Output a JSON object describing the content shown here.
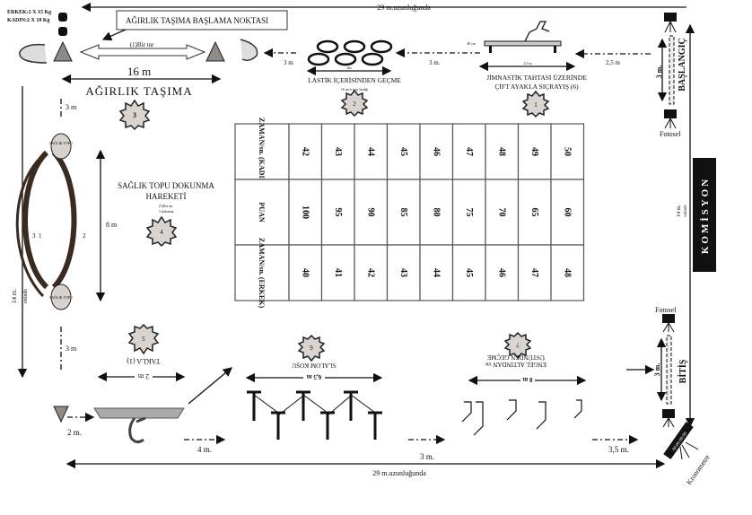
{
  "top_length": "29 m.uzunluğunda",
  "bottom_length": "29 m.uzunluğunda",
  "weights": {
    "male": "ERKEK:2 X 15 Kg",
    "female": "KADIN:2 X 10 Kg"
  },
  "start_point_box": "AĞIRLIK TAŞIMA BAŞLAMA NOKTASI",
  "one_lap": "(1)Bir tur",
  "weight_distance": "16 m",
  "weight_title": "AĞIRLIK TAŞIMA",
  "stations": {
    "s1": "1",
    "s2": "2",
    "s3": "3",
    "s4": "4",
    "s5": "5",
    "s6": "6",
    "s7": "7"
  },
  "tires": {
    "title": "LASTİK İÇERİSİNDEN GEÇME",
    "note": "16 inch araç lastiği",
    "width": "2m"
  },
  "bench": {
    "title_1": "JİMNASTİK TAHTASI ÜZERİNDE",
    "title_2": "ÇİFT AYAKLA SIÇRAYIŞ (6)",
    "length": "2,5 m",
    "height": "40 cm"
  },
  "distances": {
    "d_tires_weight": "3 m",
    "d_bench_tires": "3 m.",
    "d_start_bench": "2,5 m",
    "d_weight_ball": "3 m",
    "d_ball_roll": "3 m",
    "d_mat": "2 m.",
    "d_mat_slalom": "4 m.",
    "d_slalom_hurdle": "3 m.",
    "d_hurdle_finish": "3,5 m.",
    "side_left": "14 m.",
    "side_left_2": "eninde",
    "side_right": "14 m.",
    "side_right_2": "eninde"
  },
  "start": {
    "label": "BAŞLANGIÇ",
    "length": "3 m.",
    "photocell": "Fotosel"
  },
  "finish": {
    "label": "BİTİŞ",
    "length": "3 m.",
    "photocell": "Fotosel"
  },
  "commission": "KOMİSYON",
  "chronometer": {
    "label": "Kronometre",
    "display": "00:00:00:00"
  },
  "medball": {
    "title_1": "SAĞLIK TOPU DOKUNMA",
    "title_2": "HAREKETİ",
    "note_1": "(1)Bir tur",
    "note_2": "3 dokunuş",
    "ball": "SAĞLIK TOPU",
    "distance": "8 m",
    "n1": "1",
    "n2": "2",
    "n3": "3"
  },
  "roll": {
    "title": "TAKLA (1)",
    "length": "2 m"
  },
  "slalom": {
    "title": "SLALOM KOŞU",
    "length": "6,5 m"
  },
  "hurdle": {
    "title_1": "ENGEL ALTINDAN ve",
    "title_2": "ÜSTÜNDEN GEÇME",
    "length": "8 m"
  },
  "table": {
    "rows": [
      {
        "label": "ZAMAN/sn. (KADIN)",
        "values": [
          "42",
          "43",
          "44",
          "45",
          "46",
          "47",
          "48",
          "49",
          "50"
        ]
      },
      {
        "label": "PUAN",
        "values": [
          "100",
          "95",
          "90",
          "85",
          "80",
          "75",
          "70",
          "65",
          "60"
        ]
      },
      {
        "label": "ZAMAN/sn. (ERKEK)",
        "values": [
          "40",
          "41",
          "42",
          "43",
          "44",
          "45",
          "46",
          "47",
          "48"
        ]
      }
    ]
  }
}
